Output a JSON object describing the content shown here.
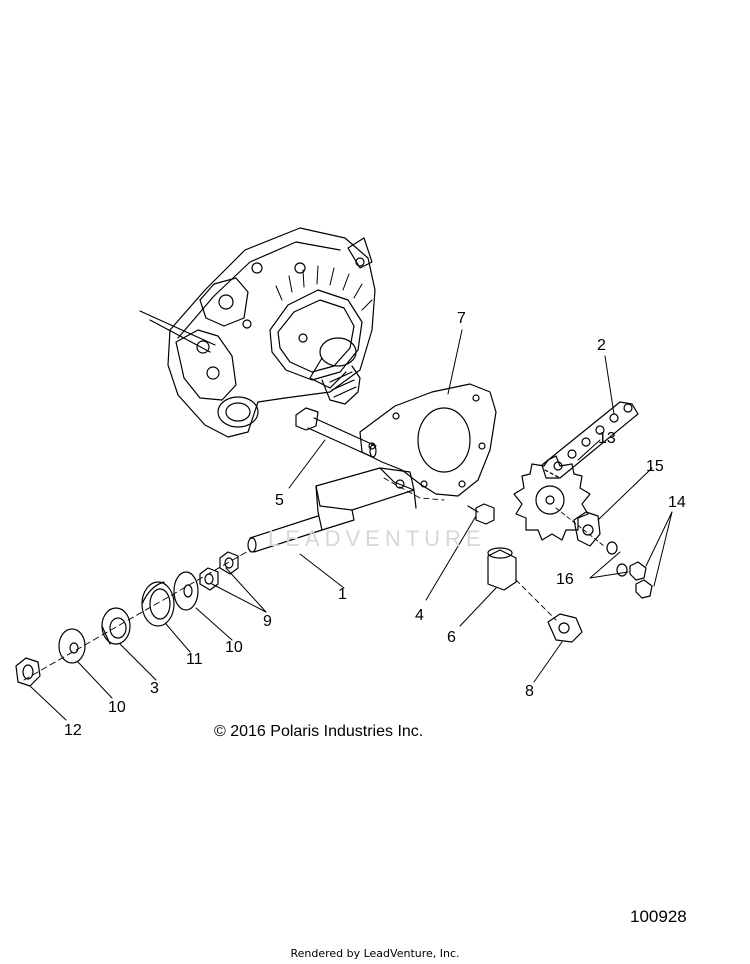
{
  "copyright": "© 2016 Polaris Industries Inc.",
  "drawing_number": "100928",
  "rendered_by": "Rendered by LeadVenture, Inc.",
  "watermark": "LEADVENTURE",
  "callouts": {
    "c1": "1",
    "c2": "2",
    "c3": "3",
    "c4": "4",
    "c5": "5",
    "c6": "6",
    "c7": "7",
    "c8": "8",
    "c9": "9",
    "c10a": "10",
    "c10b": "10",
    "c11": "11",
    "c12": "12",
    "c13": "13",
    "c14": "14",
    "c15": "15",
    "c16": "16"
  }
}
